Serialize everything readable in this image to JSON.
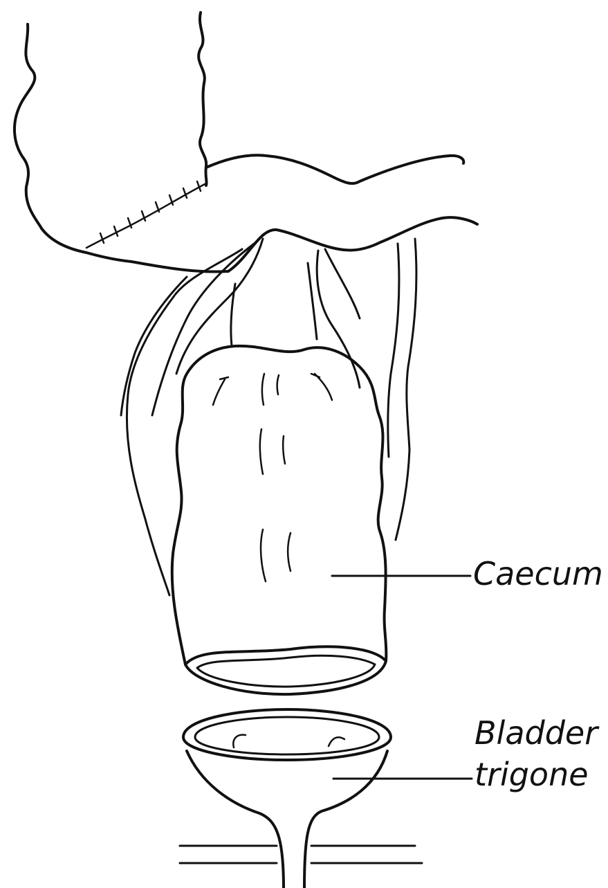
{
  "diagram": {
    "labels": {
      "caecum": "Caecum",
      "bladder_line1": "Bladder",
      "bladder_line2": "trigone"
    }
  }
}
